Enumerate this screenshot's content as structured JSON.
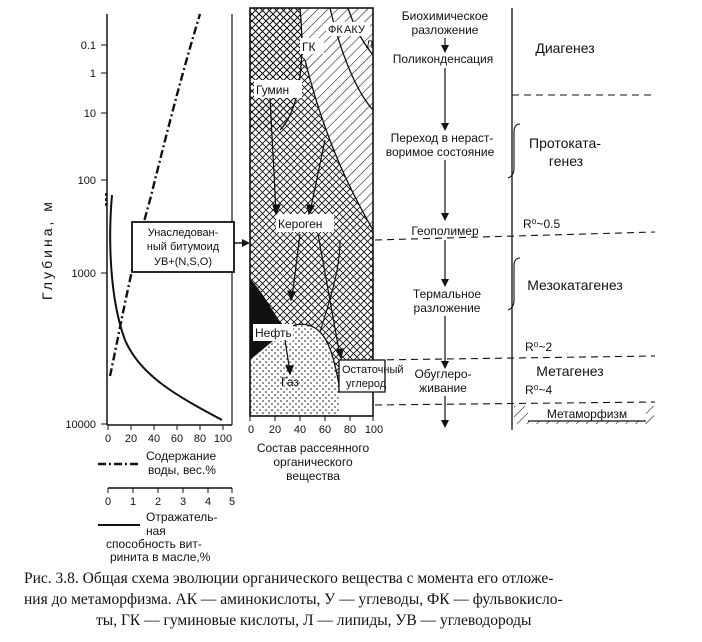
{
  "figure": {
    "depth_axis_label": "Глубина, м",
    "depth_ticks": [
      "0.1",
      "1",
      "10",
      "100",
      "1000",
      "10000"
    ],
    "x_ticks_percent": [
      "0",
      "20",
      "40",
      "60",
      "80",
      "100"
    ],
    "x_ticks_vitrinite": [
      "0",
      "1",
      "2",
      "3",
      "4",
      "5"
    ],
    "legend_water": [
      "Содержание",
      "воды, вес.%"
    ],
    "legend_vitrinite": [
      "Отражатель-",
      "ная",
      "способность вит-",
      "ринита в масле,%"
    ],
    "composition_axis_label": [
      "Состав рассеянного",
      "органического",
      "вещества"
    ],
    "regions": {
      "gk": "ГК",
      "fk": "ФК",
      "ak": "АК",
      "u": "У",
      "l": "Л",
      "humin": "Гумин",
      "kerogen": "Кероген",
      "oil": "Нефть",
      "gas": "Газ",
      "residual_carbon": [
        "Остаточный",
        "углерод"
      ]
    },
    "bitumoid_box": [
      "Унаследован-",
      "ный битумоид",
      "УВ+(N,S,O)"
    ],
    "processes": {
      "biochem": [
        "Биохимическое",
        "разложение"
      ],
      "polycond": "Поликонденсация",
      "insoluble": [
        "Переход в нераст-",
        "воримое состояние"
      ],
      "geopolymer": "Геополимер",
      "thermal": [
        "Термальное",
        "разложение"
      ],
      "coalification": [
        "Обуглеро-",
        "живание"
      ]
    },
    "stages": {
      "diagenesis": "Диагенез",
      "protocatagenesis": [
        "Протоката-",
        "генез"
      ],
      "r05": "R⁰~0.5",
      "mesocatagenesis": "Мезокатагенез",
      "r2": "R⁰~2",
      "metagenesis": "Метагенез",
      "r4": "R⁰~4",
      "metamorphism": "Метаморфизм"
    }
  },
  "caption": {
    "line1": "Рис. 3.8. Общая схема эволюции органического вещества с момента его отложе-",
    "line2": "ния до метаморфизма. АК — аминокислоты, У — углеводы, ФК — фульвокисло-",
    "line3": "ты, ГК — гуминовые кислоты, Л — липиды, УВ — углеводороды"
  }
}
